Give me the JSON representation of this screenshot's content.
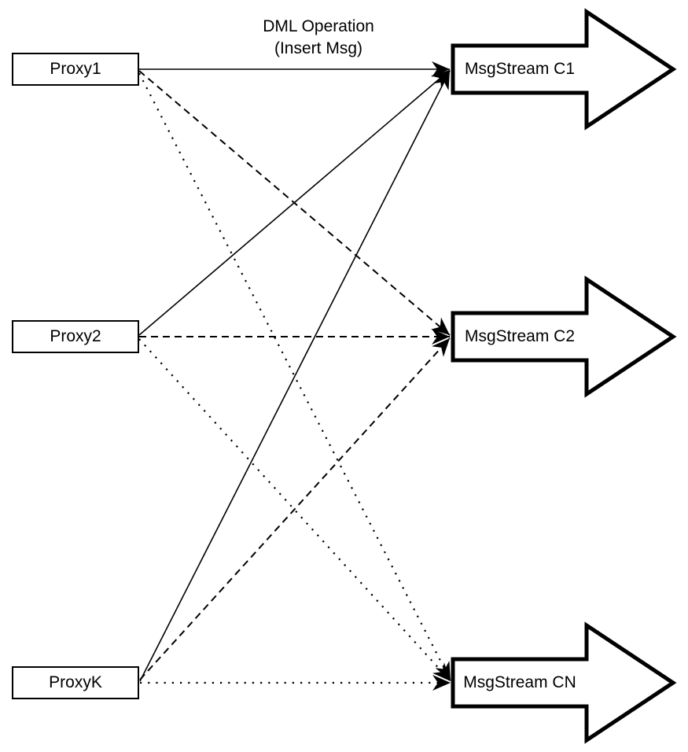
{
  "title": {
    "line1": "DML Operation",
    "line2": "(Insert Msg)"
  },
  "proxies": [
    {
      "label": "Proxy1"
    },
    {
      "label": "Proxy2"
    },
    {
      "label": "ProxyK"
    }
  ],
  "streams": [
    {
      "label": "MsgStream C1"
    },
    {
      "label": "MsgStream C2"
    },
    {
      "label": "MsgStream CN"
    }
  ],
  "edges": [
    {
      "from": "Proxy1",
      "to": "MsgStream C1",
      "style": "solid"
    },
    {
      "from": "Proxy2",
      "to": "MsgStream C1",
      "style": "solid"
    },
    {
      "from": "ProxyK",
      "to": "MsgStream C1",
      "style": "solid"
    },
    {
      "from": "Proxy1",
      "to": "MsgStream C2",
      "style": "dashed"
    },
    {
      "from": "Proxy2",
      "to": "MsgStream C2",
      "style": "dashed"
    },
    {
      "from": "ProxyK",
      "to": "MsgStream C2",
      "style": "dashed"
    },
    {
      "from": "Proxy1",
      "to": "MsgStream CN",
      "style": "dotted"
    },
    {
      "from": "Proxy2",
      "to": "MsgStream CN",
      "style": "dotted"
    },
    {
      "from": "ProxyK",
      "to": "MsgStream CN",
      "style": "dotted"
    }
  ],
  "colors": {
    "line": "#000000",
    "background": "#ffffff",
    "shape_fill": "#ffffff"
  }
}
